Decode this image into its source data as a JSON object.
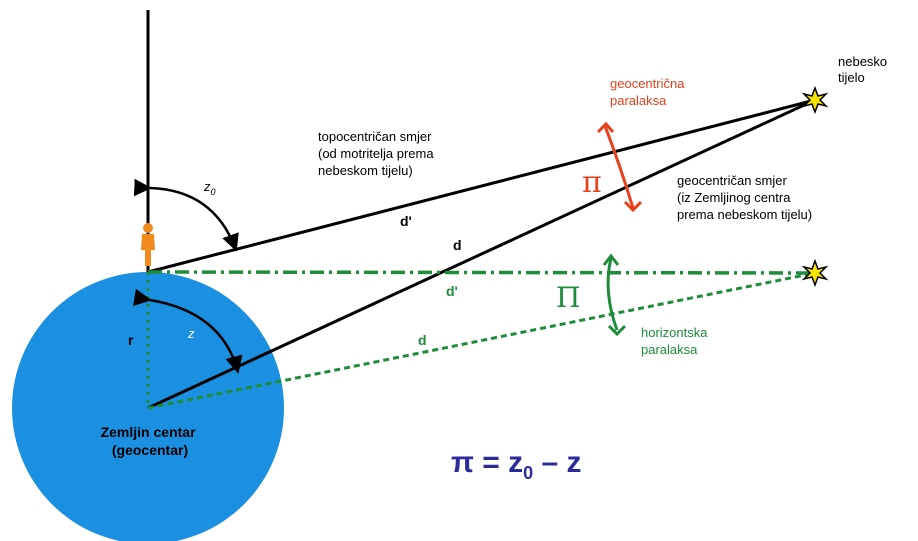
{
  "labels": {
    "celestial_body": [
      "nebesko",
      "tijelo"
    ],
    "geocentric_parallax": [
      "geocentrična",
      "paralaksa"
    ],
    "topocentric_direction": [
      "topocentričan smjer",
      "(od motritelja prema",
      "nebeskom tijelu)"
    ],
    "geocentric_direction": [
      "geocentričan smjer",
      "(iz Zemljinog centra",
      "prema nebeskom tijelu)"
    ],
    "horizontal_parallax": [
      "horizontska",
      "paralaksa"
    ],
    "earth_center": [
      "Zemljin centar",
      "(geocentar)"
    ],
    "z0": "z",
    "z0_sub": "0",
    "z": "z",
    "r": "r",
    "d_prime_upper": "d'",
    "d_upper": "d",
    "d_prime_lower": "d'",
    "d_lower": "d",
    "pi_symbol": "π",
    "big_pi_symbol": "Π"
  },
  "equation": {
    "lhs": "π = z",
    "sub": "0",
    "rhs": " – z"
  },
  "colors": {
    "earth": "#1b8fe0",
    "geocentric_parallax": "#e8401c",
    "horizontal": "#1e8c3a",
    "equation": "#2b2b9a",
    "star": "#f5e400",
    "observer": "#f08a1c"
  },
  "icons": [
    "observer-icon",
    "star-icon"
  ]
}
